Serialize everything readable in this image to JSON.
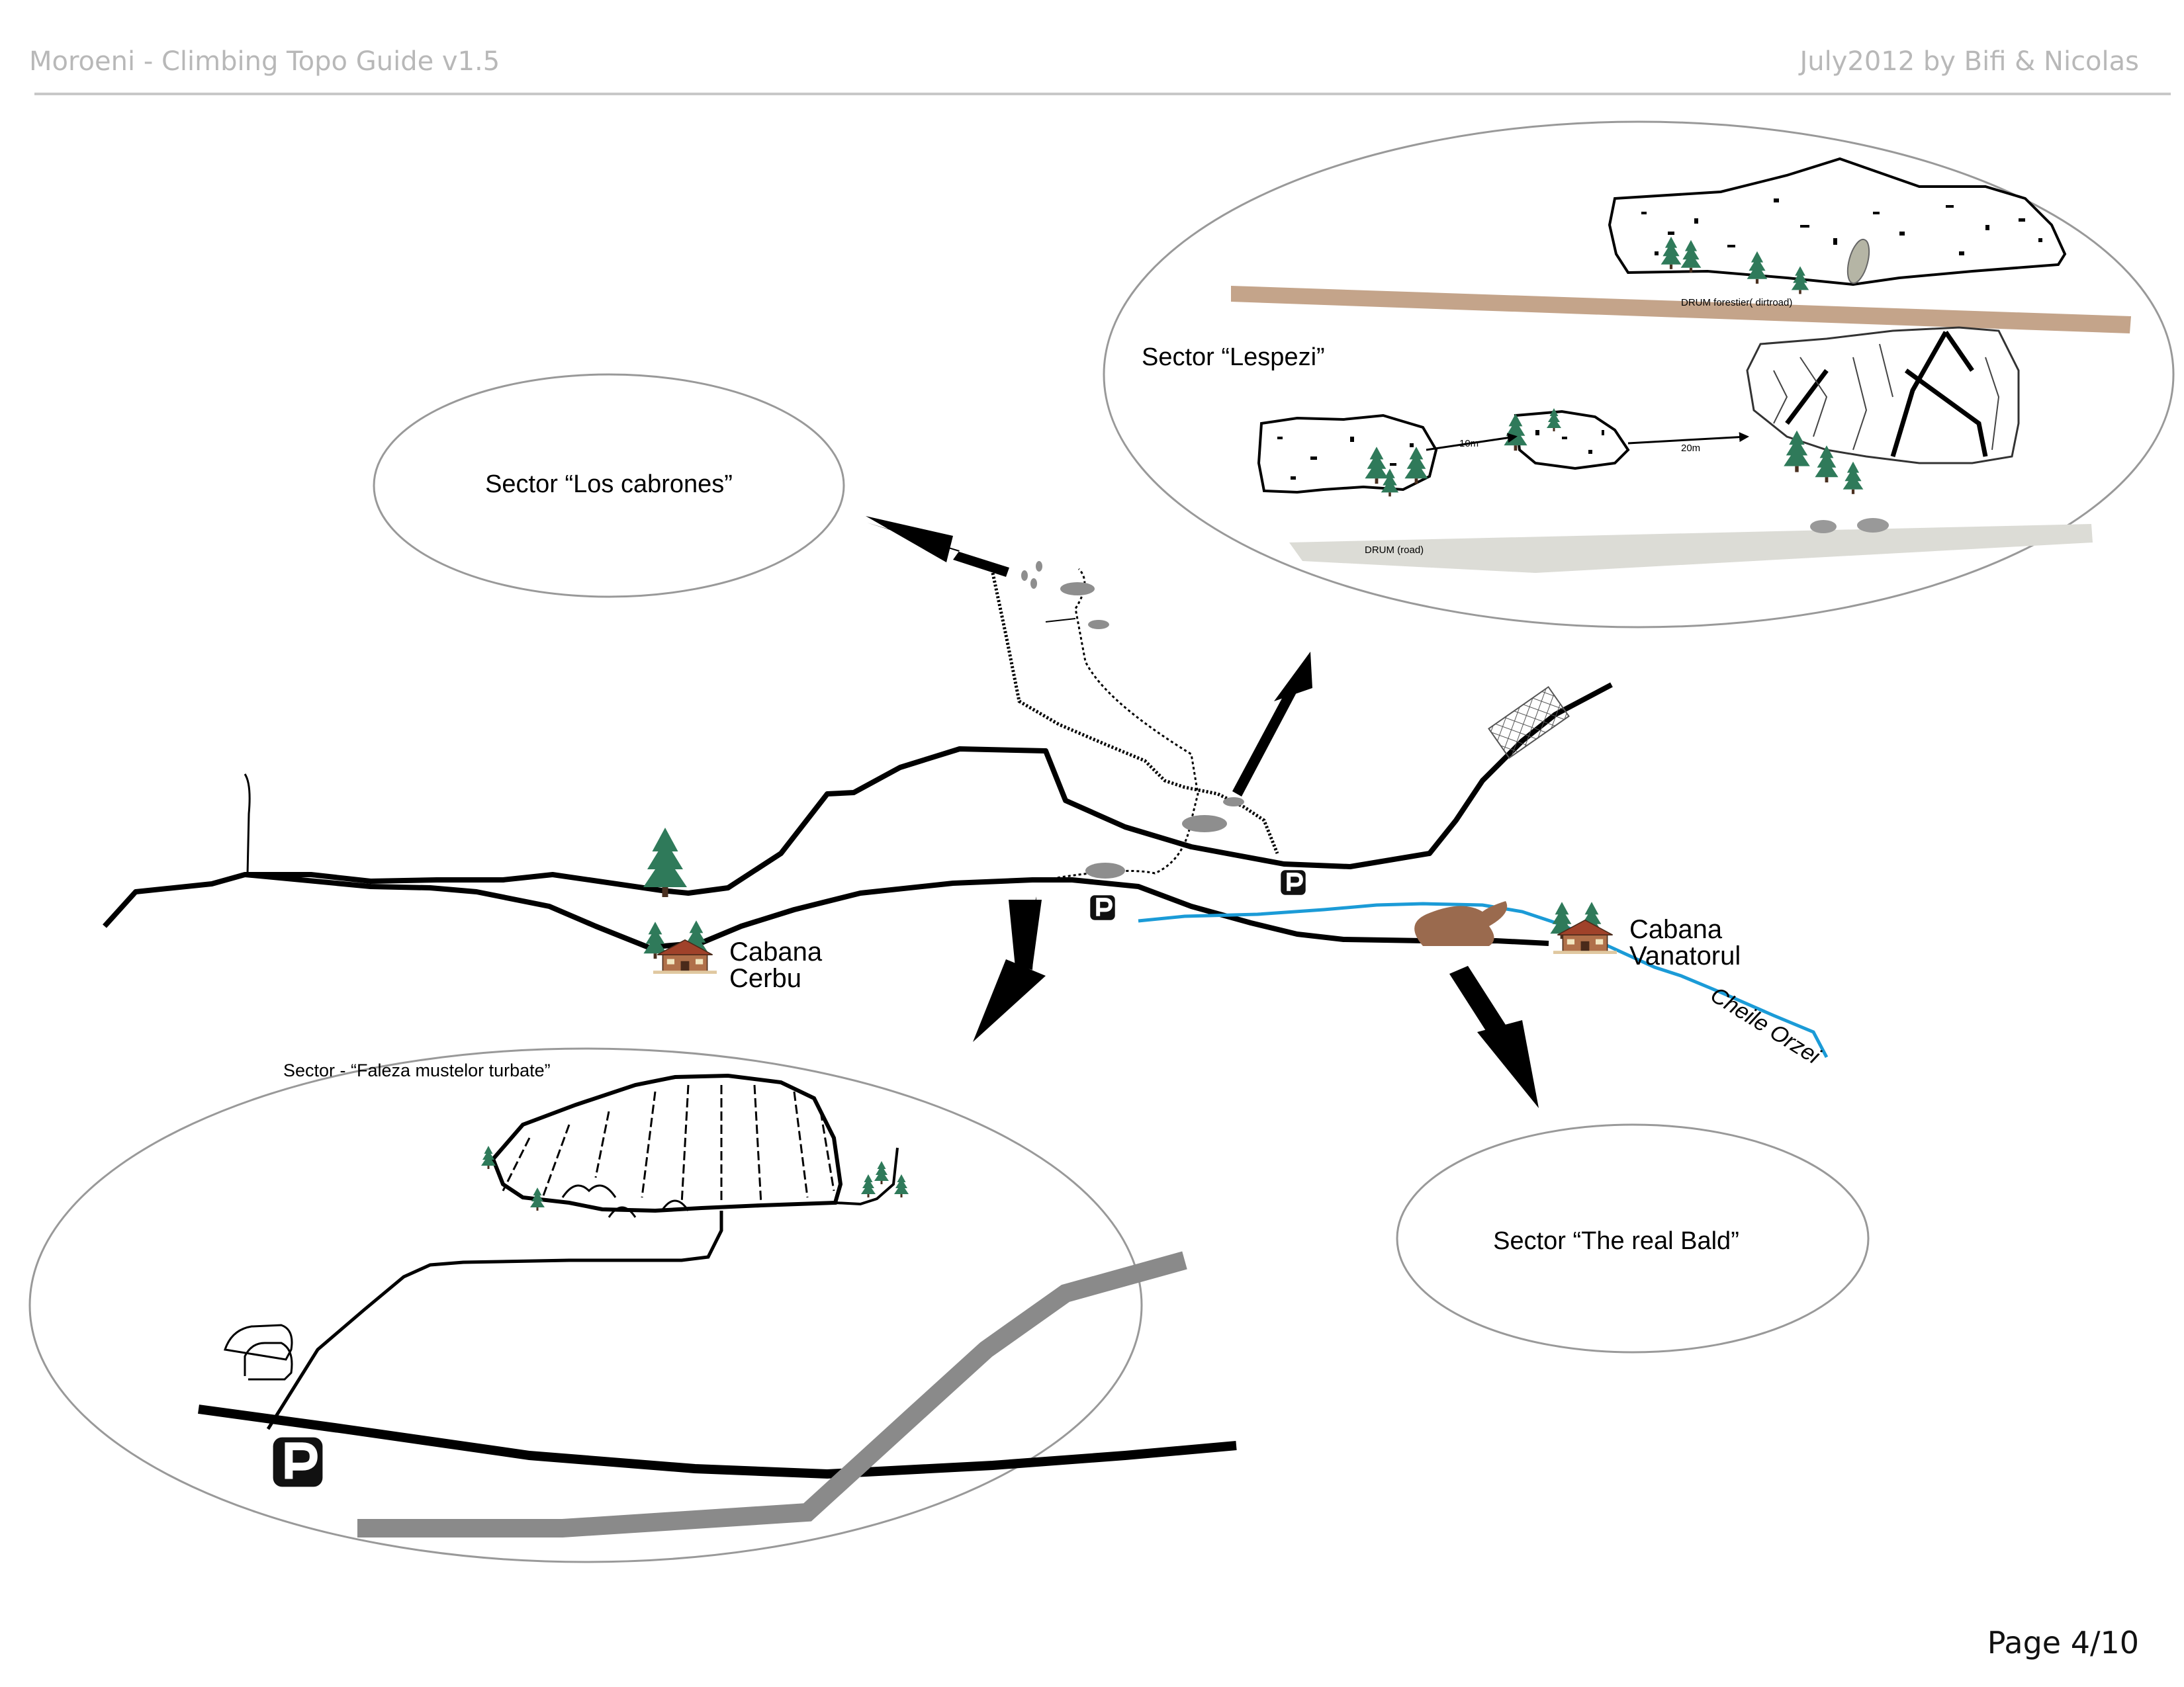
{
  "header": {
    "title": "Moroeni - Climbing Topo Guide v1.5",
    "credits": "July2012 by Bifi & Nicolas"
  },
  "footer": {
    "page": "Page 4/10"
  },
  "sectors": {
    "los_cabrones": "Sector “Los cabrones”",
    "lespezi": "Sector “Lespezi”",
    "faleza": "Sector - “Faleza mustelor turbate”",
    "real_bald": "Sector “The real Bald”"
  },
  "lespezi_detail": {
    "dirtroad": "DRUM forestier( dirtroad)",
    "road": "DRUM (road)",
    "dist1": "10m",
    "dist2": "20m"
  },
  "huts": {
    "cerbu_line1": "Cabana",
    "cerbu_line2": "Cerbu",
    "vanatorul_line1": "Cabana",
    "vanatorul_line2": "Vanatorul"
  },
  "river": {
    "name": "Cheile Orzei"
  },
  "parking": {
    "symbol": "P"
  },
  "colors": {
    "road": "#000000",
    "river": "#1b9bd7",
    "dirtroad": "#c4a48a",
    "paved_road": "#dcdcd6",
    "secondary_road": "#8a8a8a",
    "tree": "#2f7a5a",
    "hut_roof": "#a0422a",
    "rock_brown": "#9a6a4e"
  }
}
